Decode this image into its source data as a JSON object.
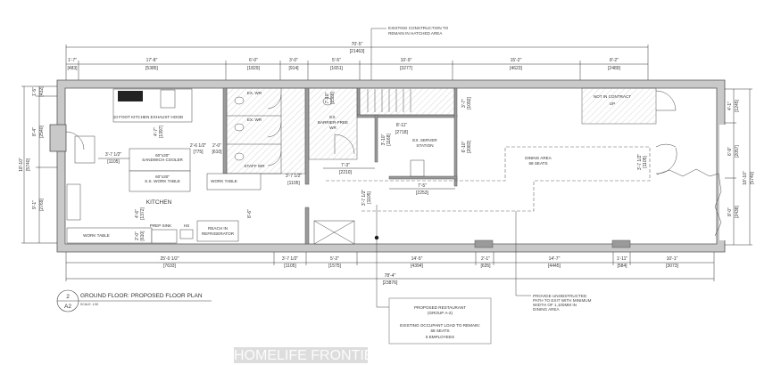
{
  "callouts": {
    "existing_construction": [
      "EXISTING CONSTRUCTION TO",
      "REMAIN IN HATCHED AREA"
    ],
    "unobstructed_path": [
      "PROVIDE UNOBSTRUCTED",
      "PATH TO EXIT WITH MINIMUM",
      "WIDTH OF 1,100MM IN",
      "DINING AREA"
    ]
  },
  "dims": {
    "overall_top": {
      "imperial": "70'-5\"",
      "metric": "[21463]"
    },
    "top": [
      {
        "imperial": "1'-7\"",
        "metric": "[483]"
      },
      {
        "imperial": "17'-8\"",
        "metric": "[5385]"
      },
      {
        "imperial": "6'-0\"",
        "metric": "[1829]"
      },
      {
        "imperial": "3'-0\"",
        "metric": "[914]"
      },
      {
        "imperial": "5'-5\"",
        "metric": "[1651]"
      },
      {
        "imperial": "10'-9\"",
        "metric": "[3277]"
      },
      {
        "imperial": "15'-2\"",
        "metric": "[4623]"
      },
      {
        "imperial": "8'-2\"",
        "metric": "[2489]"
      }
    ],
    "bottom": [
      {
        "imperial": "25'-0 1/2\"",
        "metric": "[7633]"
      },
      {
        "imperial": "3'-7 1/2\"",
        "metric": "[1105]"
      },
      {
        "imperial": "5'-2\"",
        "metric": "[1575]"
      },
      {
        "imperial": "14'-5\"",
        "metric": "[4394]"
      },
      {
        "imperial": "2'-1\"",
        "metric": "[635]"
      },
      {
        "imperial": "14'-7\"",
        "metric": "[4445]"
      },
      {
        "imperial": "1'-11\"",
        "metric": "[584]"
      },
      {
        "imperial": "10'-1\"",
        "metric": "[3073]"
      }
    ],
    "overall_bottom": {
      "imperial": "78'-4\"",
      "metric": "[23876]"
    },
    "left": [
      {
        "imperial": "1'-5\"",
        "metric": "[432]"
      },
      {
        "imperial": "8'-4\"",
        "metric": "[2540]"
      },
      {
        "imperial": "9'-1\"",
        "metric": "[2769]"
      }
    ],
    "overall_left": {
      "imperial": "18'-10\"",
      "metric": "[5740]"
    },
    "right": [
      {
        "imperial": "4'-1\"",
        "metric": "[1245]"
      },
      {
        "imperial": "6'-9\"",
        "metric": "[2057]"
      },
      {
        "imperial": "8'-0\"",
        "metric": "[2438]"
      }
    ],
    "overall_right": {
      "imperial": "18'-10\"",
      "metric": "[5740]"
    },
    "interior": [
      {
        "imperial": "4'-7\"",
        "metric": "[1397]"
      },
      {
        "imperial": "3'-7 1/2\"",
        "metric": "[1105]"
      },
      {
        "imperial": "2'-6 1/2\"",
        "metric": "[775]"
      },
      {
        "imperial": "2'-0\"",
        "metric": "[610]"
      },
      {
        "imperial": "4'-6\"",
        "metric": "[1372]"
      },
      {
        "imperial": "2'-0\"",
        "metric": "[610]"
      },
      {
        "imperial": "3'-7 1/2\"",
        "metric": "[1105]"
      },
      {
        "imperial": "8'-6\"",
        "metric": ""
      },
      {
        "imperial": "7'-10\"",
        "metric": "[2388]"
      },
      {
        "imperial": "8'-11\"",
        "metric": "[2718]"
      },
      {
        "imperial": "3'-10\"",
        "metric": "[1168]"
      },
      {
        "imperial": "7'-3\"",
        "metric": "[2210]"
      },
      {
        "imperial": "7'-5\"",
        "metric": "[2253]"
      },
      {
        "imperial": "6'-10\"",
        "metric": "[2083]"
      },
      {
        "imperial": "3'-7\"",
        "metric": "[1092]"
      },
      {
        "imperial": "3'-7 1/2\"",
        "metric": "[1105]"
      },
      {
        "imperial": "3'-7 1/2\"",
        "metric": "[1105]"
      }
    ]
  },
  "rooms": {
    "hood": "10 FOOT KITCHEN EXHAUST HOOD",
    "kitchen": "KITCHEN",
    "sandwich_cooler": [
      "60\"x30\"",
      "SANDWICH COOLER"
    ],
    "ss_work_table": [
      "60\"x30\"",
      "S.S. WORK TABLE"
    ],
    "work_table_1": "WORK TABLE",
    "work_table_2": "WORK TABLE",
    "prep_sink": "PREP SINK",
    "hs": "HS",
    "reach_in": [
      "REACH IN",
      "REFRIGERATOR"
    ],
    "ex_wr_1": "EX. WR",
    "ex_wr_2": "EX. WR",
    "staff_wr": "STAFF WR",
    "barrier_free": [
      "EX.",
      "BARRIER-FREE",
      "WR"
    ],
    "server_station": [
      "EX. SERVER",
      "STATION"
    ],
    "dining": [
      "DINING AREA",
      "68 SEATS"
    ],
    "not_in_contract": "NOT IN CONTRACT",
    "up": "UP"
  },
  "title_block": {
    "number": "2",
    "sheet": "A2",
    "title": "GROUND FLOOR: PROPOSED FLOOR PLAN",
    "scale": "SCALE: 1:50"
  },
  "occupancy_box": {
    "lines": [
      "PROPOSED RESTAURANT",
      "(GROUP A-2)",
      "EXISTING OCCUPANT LOAD TO REMAIN:",
      "68 SEATS",
      "5 EMPLOYEES"
    ]
  },
  "watermark": "HOMELIFE FRONTIER REALTY Inc., Brokerage"
}
